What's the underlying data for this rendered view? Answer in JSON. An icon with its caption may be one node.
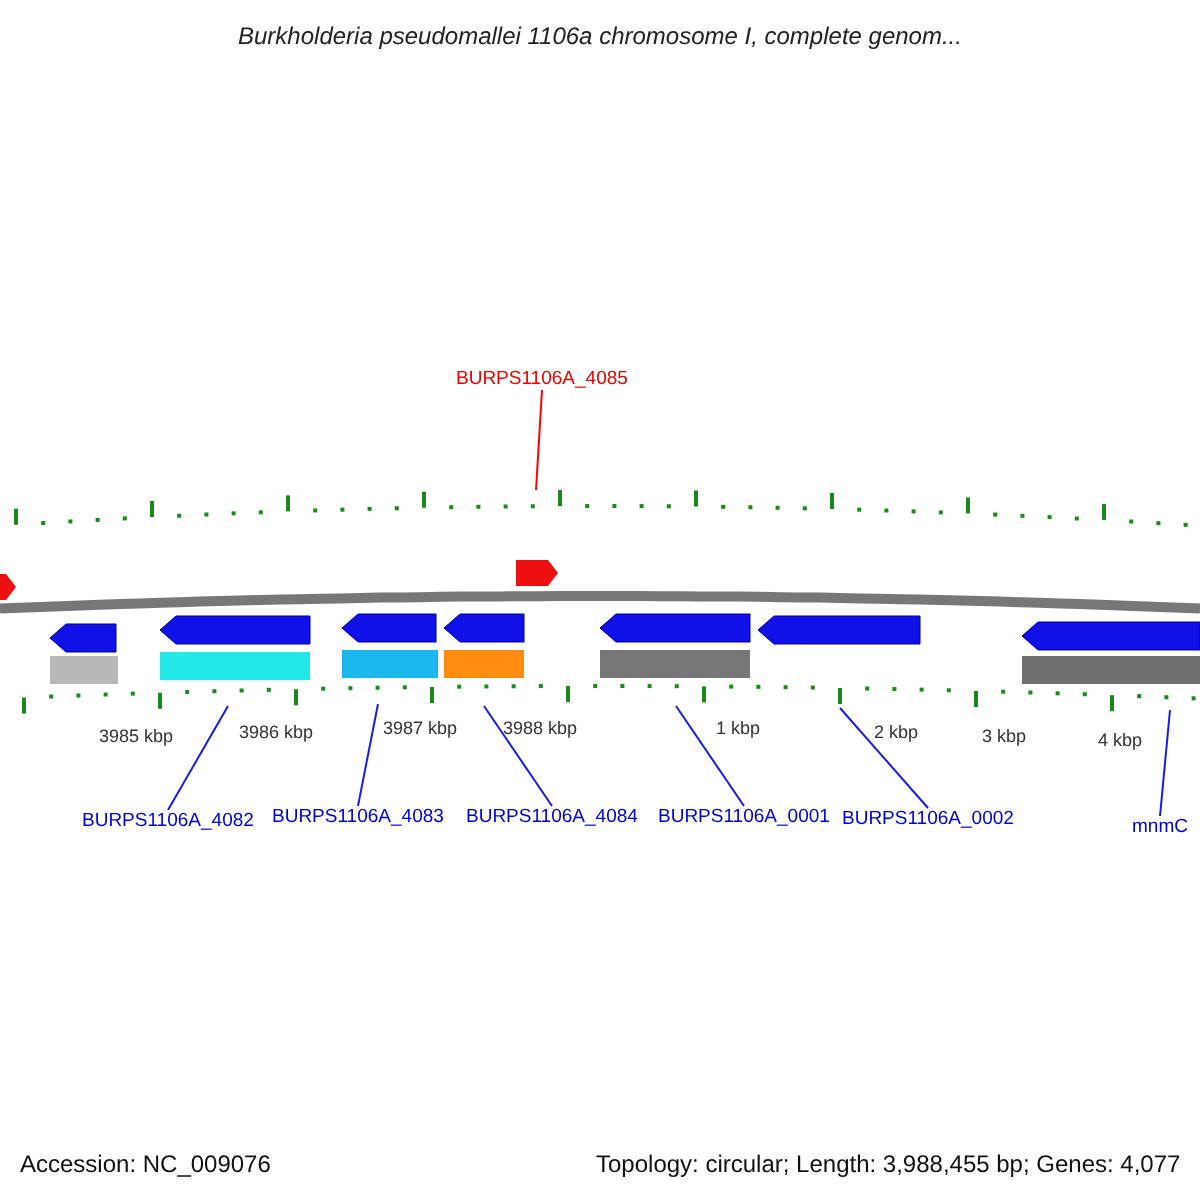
{
  "diagram": {
    "title": "Burkholderia pseudomallei 1106a chromosome I, complete genom...",
    "nodes": [
      {
        "text": [
          "BURPS1106A_4085"
        ]
      },
      {
        "text": [
          "BURPS1106A_4082"
        ]
      },
      {
        "text": [
          "BURPS1106A_4083"
        ]
      },
      {
        "text": [
          "BURPS1106A_4084"
        ]
      },
      {
        "text": [
          "BURPS1106A_0001"
        ]
      },
      {
        "text": [
          "BURPS1106A_0002"
        ]
      },
      {
        "text": [
          "mnmC"
        ]
      }
    ],
    "edges": [
      {
        "from": 0,
        "to": null,
        "arrow": "none",
        "color": "#ff0000"
      },
      {
        "from": 1,
        "to": null,
        "arrow": "none"
      },
      {
        "from": 2,
        "to": null,
        "arrow": "none"
      },
      {
        "from": 3,
        "to": null,
        "arrow": "none"
      },
      {
        "from": 4,
        "to": null,
        "arrow": "none"
      },
      {
        "from": 5,
        "to": null,
        "arrow": "none"
      },
      {
        "from": 6,
        "to": null,
        "arrow": "none"
      }
    ],
    "labels": [
      "3985 kbp",
      "3986 kbp",
      "3987 kbp",
      "3988 kbp",
      "1 kbp",
      "2 kbp",
      "3 kbp",
      "4 kbp",
      "Accession: NC_009076",
      "Topology: circular; Length: 3,988,455 bp; Genes: 4,077"
    ]
  }
}
